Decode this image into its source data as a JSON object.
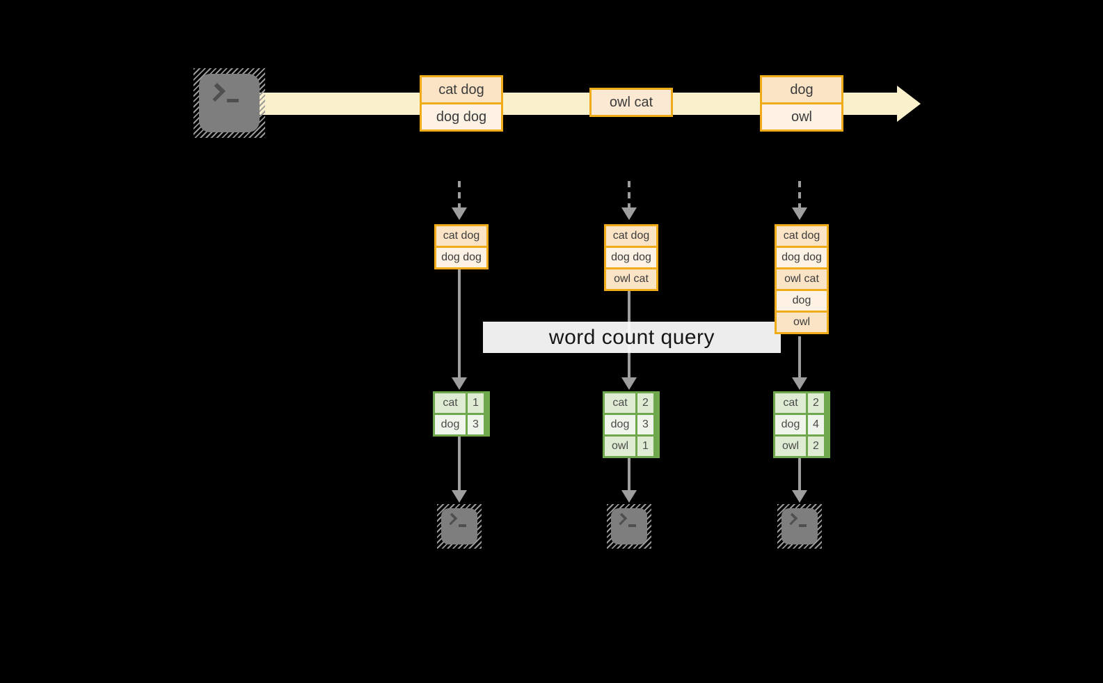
{
  "query_label": "word count query",
  "stream": {
    "source_icon": "terminal-icon",
    "events": [
      {
        "lines": [
          "cat dog",
          "dog dog"
        ]
      },
      {
        "lines": [
          "owl cat"
        ]
      },
      {
        "lines": [
          "dog",
          "owl"
        ]
      }
    ]
  },
  "columns": [
    {
      "buffer": [
        "cat dog",
        "dog dog"
      ],
      "counts": [
        {
          "word": "cat",
          "count": 1
        },
        {
          "word": "dog",
          "count": 3
        }
      ],
      "sink_icon": "terminal-icon"
    },
    {
      "buffer": [
        "cat dog",
        "dog dog",
        "owl cat"
      ],
      "counts": [
        {
          "word": "cat",
          "count": 2
        },
        {
          "word": "dog",
          "count": 3
        },
        {
          "word": "owl",
          "count": 1
        }
      ],
      "sink_icon": "terminal-icon"
    },
    {
      "buffer": [
        "cat dog",
        "dog dog",
        "owl cat",
        "dog",
        "owl"
      ],
      "counts": [
        {
          "word": "cat",
          "count": 2
        },
        {
          "word": "dog",
          "count": 4
        },
        {
          "word": "owl",
          "count": 2
        }
      ],
      "sink_icon": "terminal-icon"
    }
  ],
  "colors": {
    "background": "#000000",
    "stream_band": "#FAF0CC",
    "event_border": "#F0AC18",
    "event_fill_dark": "#FBE3C6",
    "event_fill_light": "#FDF2E3",
    "event_fill_mid": "#FBE9D3",
    "table_border": "#6FA74D",
    "table_fill_dark": "#DFECD3",
    "table_fill_light": "#EFF5EA",
    "arrow_gray": "#9E9E9E",
    "terminal_gray": "#7E7E7E",
    "label_bg": "#FFFFFF",
    "text": "#3D3D3D"
  }
}
